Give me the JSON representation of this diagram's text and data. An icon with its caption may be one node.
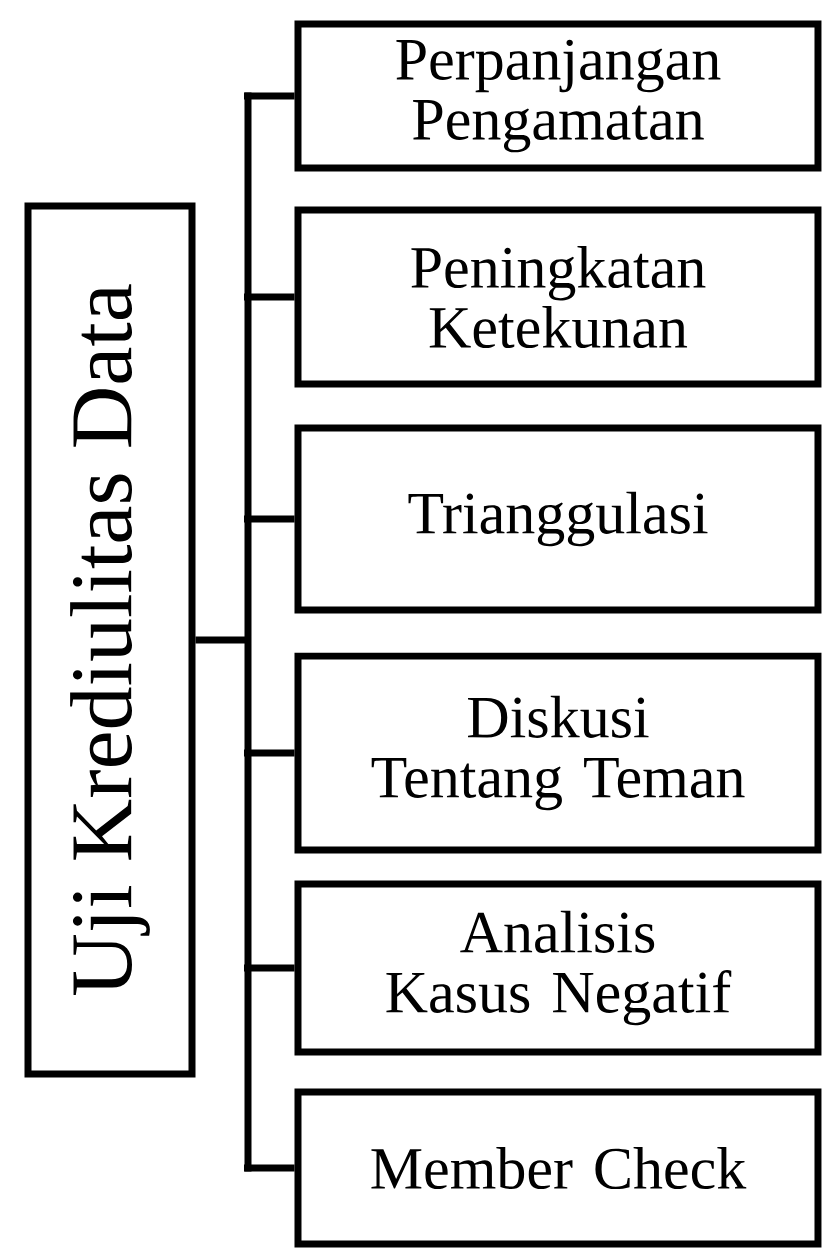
{
  "diagram": {
    "nodes": [
      {
        "text": [
          "Uji Krediulitas Data"
        ]
      },
      {
        "text": [
          "Perpanjangan Pengamatan"
        ]
      },
      {
        "text": [
          "Peningkatan Ketekunan"
        ]
      },
      {
        "text": [
          "Trianggulasi"
        ]
      },
      {
        "text": [
          "Diskusi Tentang Teman"
        ]
      },
      {
        "text": [
          "Analisis Kasus Negatif"
        ]
      },
      {
        "text": [
          "Member Check"
        ]
      }
    ],
    "edges": [
      {
        "from": 0,
        "to": 1,
        "arrow": "none"
      },
      {
        "from": 0,
        "to": 2,
        "arrow": "none"
      },
      {
        "from": 0,
        "to": 3,
        "arrow": "none"
      },
      {
        "from": 0,
        "to": 4,
        "arrow": "none"
      },
      {
        "from": 0,
        "to": 5,
        "arrow": "none"
      },
      {
        "from": 0,
        "to": 6,
        "arrow": "none"
      }
    ]
  }
}
